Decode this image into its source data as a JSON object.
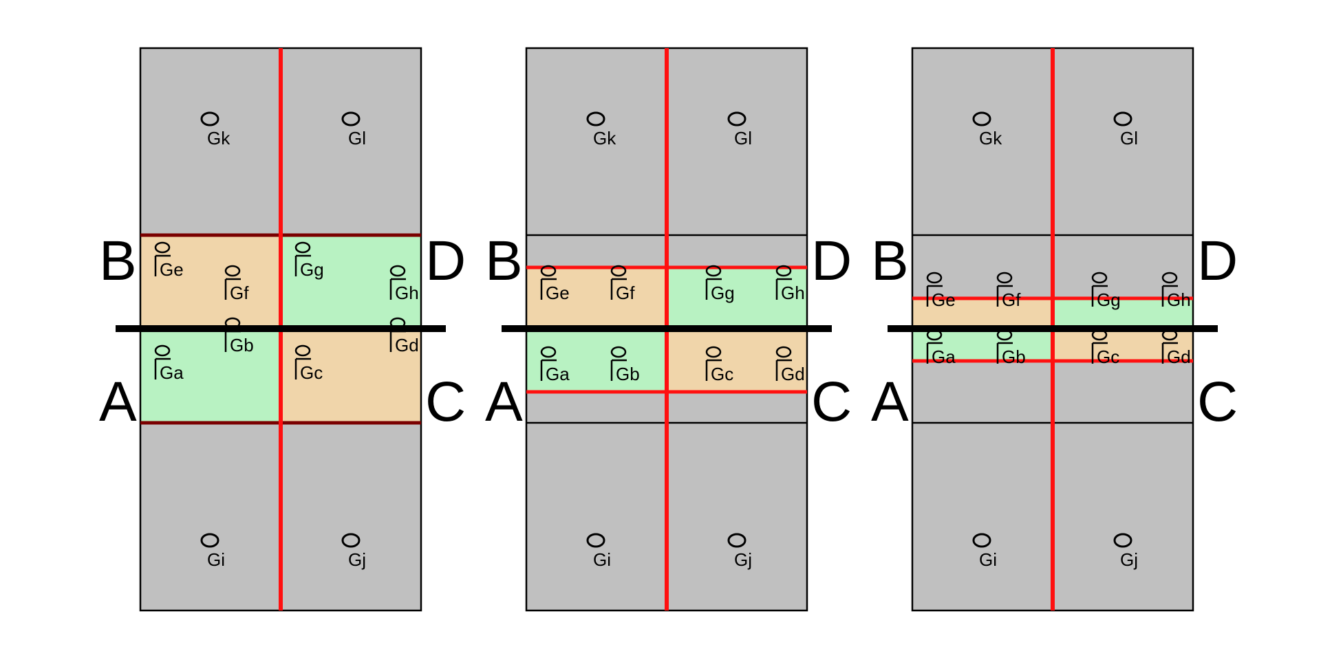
{
  "colors": {
    "background": "#ffffff",
    "outer_region": "#c0c0c0",
    "region_orange": "#f0d5aa",
    "region_green": "#b8f2c2",
    "red_line": "#ff1010",
    "dark_red_line": "#7a0000",
    "divider": "#000000",
    "outline": "#000000"
  },
  "panels": [
    {
      "id": "panel-1",
      "corner_labels": {
        "top_left": "B",
        "top_right": "D",
        "bottom_left": "A",
        "bottom_right": "C"
      },
      "outer_nodes": {
        "top_left": "Gk",
        "top_right": "Gl",
        "bottom_left": "Gi",
        "bottom_right": "Gj"
      },
      "rows": [
        {
          "nodes": [
            "Ge",
            "Gf",
            "Gg",
            "Gh"
          ],
          "fills": [
            "orange",
            "green"
          ]
        },
        {
          "nodes": [
            "Ga",
            "Gb",
            "Gc",
            "Gd"
          ],
          "fills": [
            "green",
            "orange"
          ]
        }
      ]
    },
    {
      "id": "panel-2",
      "corner_labels": {
        "top_left": "B",
        "top_right": "D",
        "bottom_left": "A",
        "bottom_right": "C"
      },
      "outer_nodes": {
        "top_left": "Gk",
        "top_right": "Gl",
        "bottom_left": "Gi",
        "bottom_right": "Gj"
      },
      "rows": [
        {
          "nodes": [
            "Ge",
            "Gf",
            "Gg",
            "Gh"
          ],
          "fills": [
            "orange",
            "green"
          ]
        },
        {
          "nodes": [
            "Ga",
            "Gb",
            "Gc",
            "Gd"
          ],
          "fills": [
            "green",
            "orange"
          ]
        }
      ]
    },
    {
      "id": "panel-3",
      "corner_labels": {
        "top_left": "B",
        "top_right": "D",
        "bottom_left": "A",
        "bottom_right": "C"
      },
      "outer_nodes": {
        "top_left": "Gk",
        "top_right": "Gl",
        "bottom_left": "Gi",
        "bottom_right": "Gj"
      },
      "rows": [
        {
          "nodes": [
            "Ge",
            "Gf",
            "Gg",
            "Gh"
          ],
          "fills": [
            "orange",
            "green"
          ]
        },
        {
          "nodes": [
            "Ga",
            "Gb",
            "Gc",
            "Gd"
          ],
          "fills": [
            "green",
            "orange"
          ]
        }
      ]
    }
  ]
}
